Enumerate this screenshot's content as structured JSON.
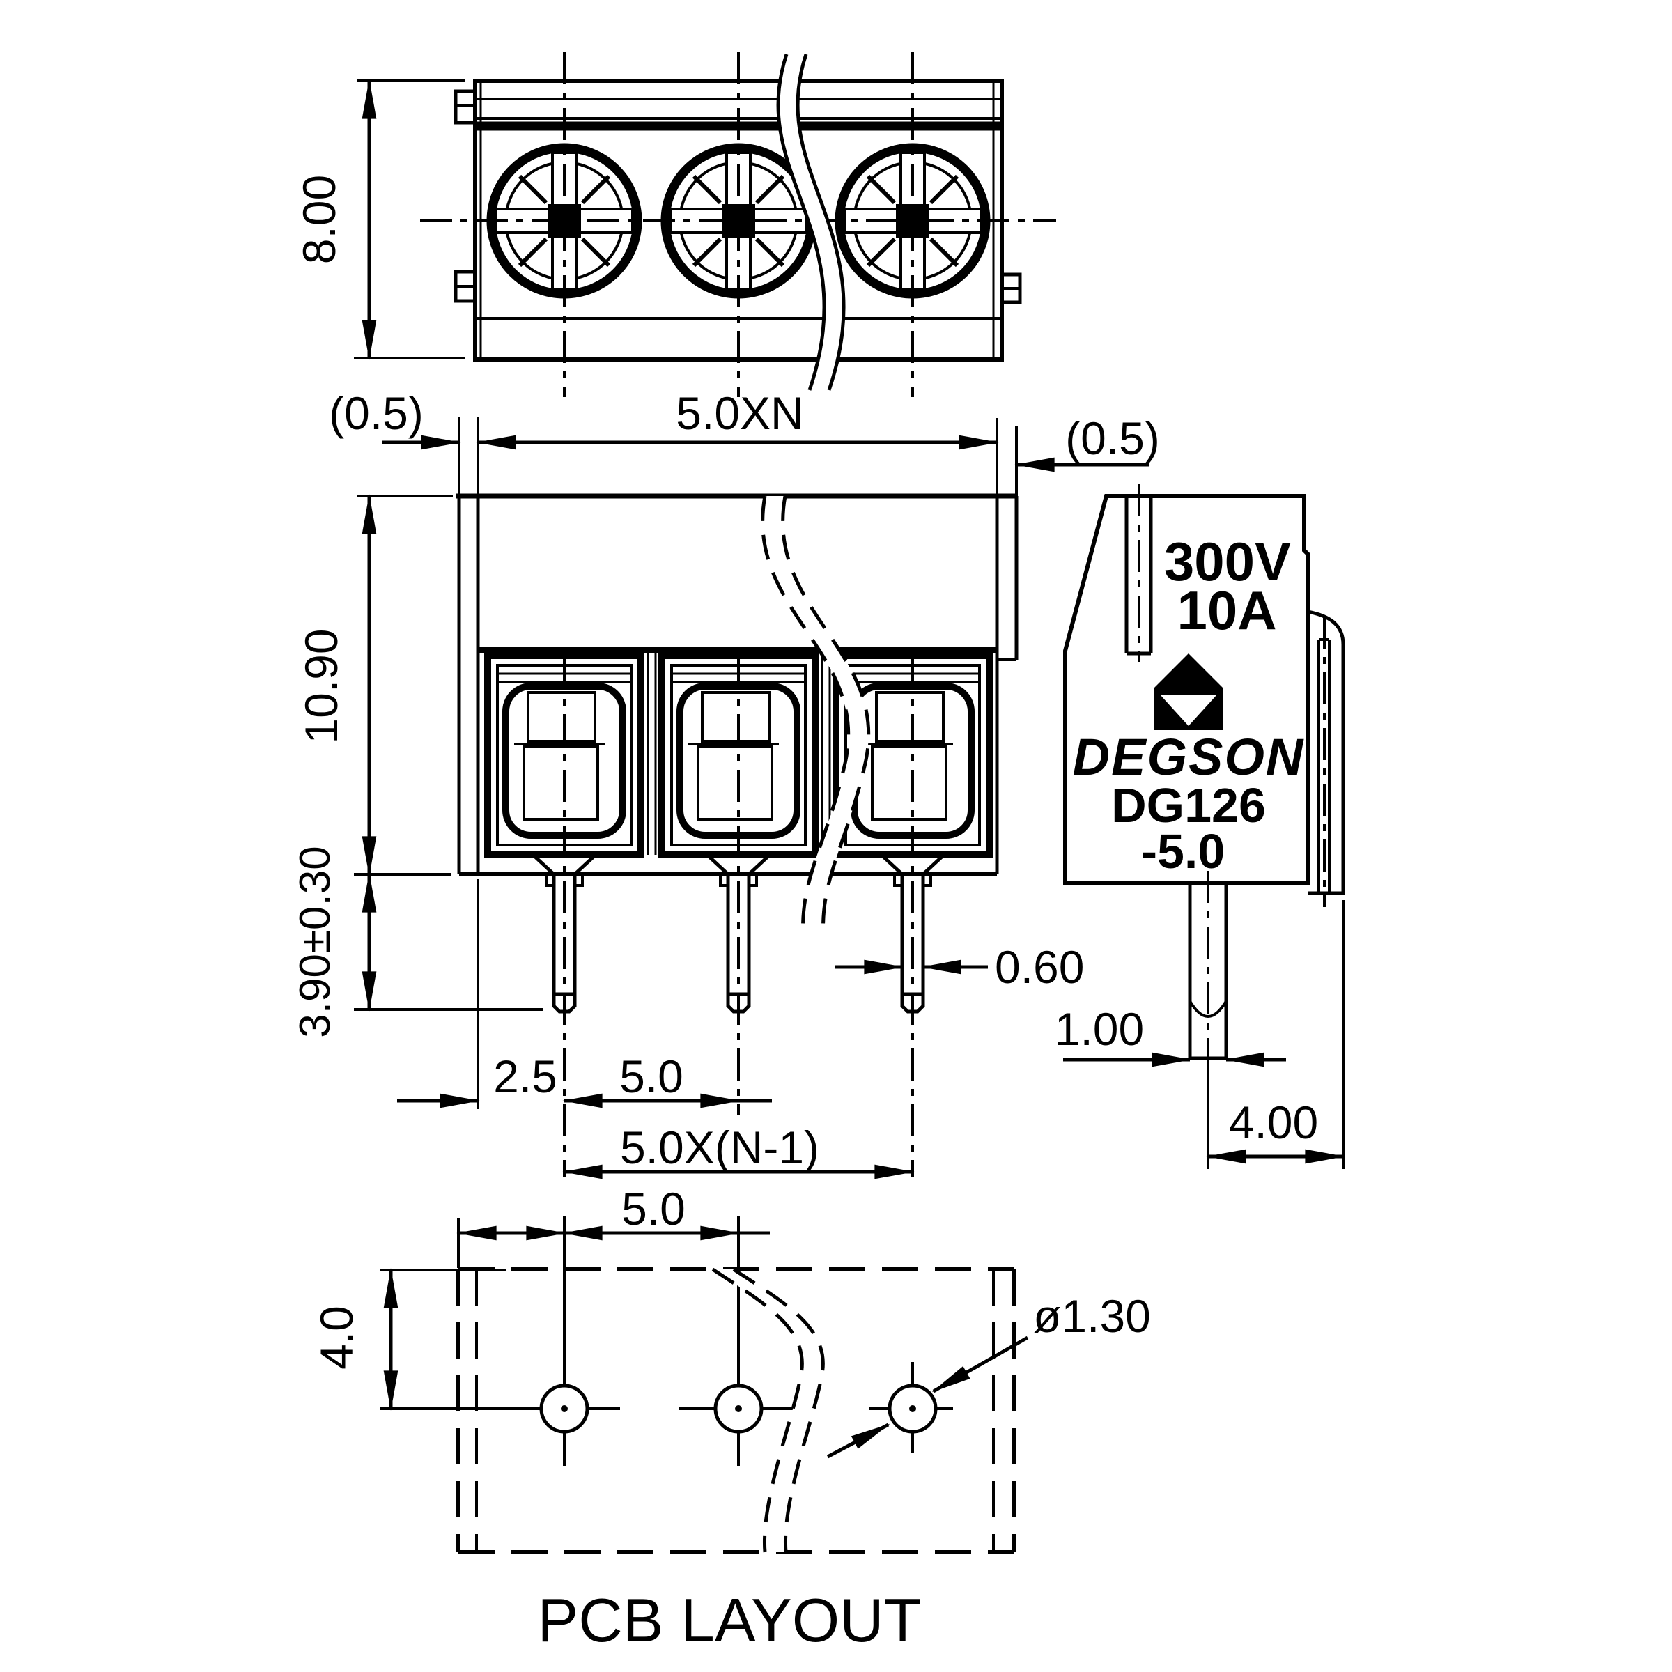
{
  "colors": {
    "ink": "#000000",
    "paper": "#ffffff"
  },
  "labels": {
    "height": "8.00",
    "margin_left": "(0.5)",
    "total_pitch": "5.0XN",
    "margin_right": "(0.5)",
    "body_height": "10.90",
    "pin_length": "3.90±0.30",
    "edge_to_pin": "2.5",
    "pin_pitch": "5.0",
    "pitch_span": "5.0X(N-1)",
    "pin_width": "0.60",
    "side_pin_width": "1.00",
    "pin_to_side_edge": "4.00",
    "pcb_pitch": "5.0",
    "pcb_hole_offset": "4.0",
    "pcb_hole_dia": "ø1.30",
    "caption": "PCB LAYOUT"
  },
  "marking": {
    "voltage": "300V",
    "current": "10A",
    "brand": "DEGSON",
    "series": "DG126",
    "variant": "-5.0"
  }
}
